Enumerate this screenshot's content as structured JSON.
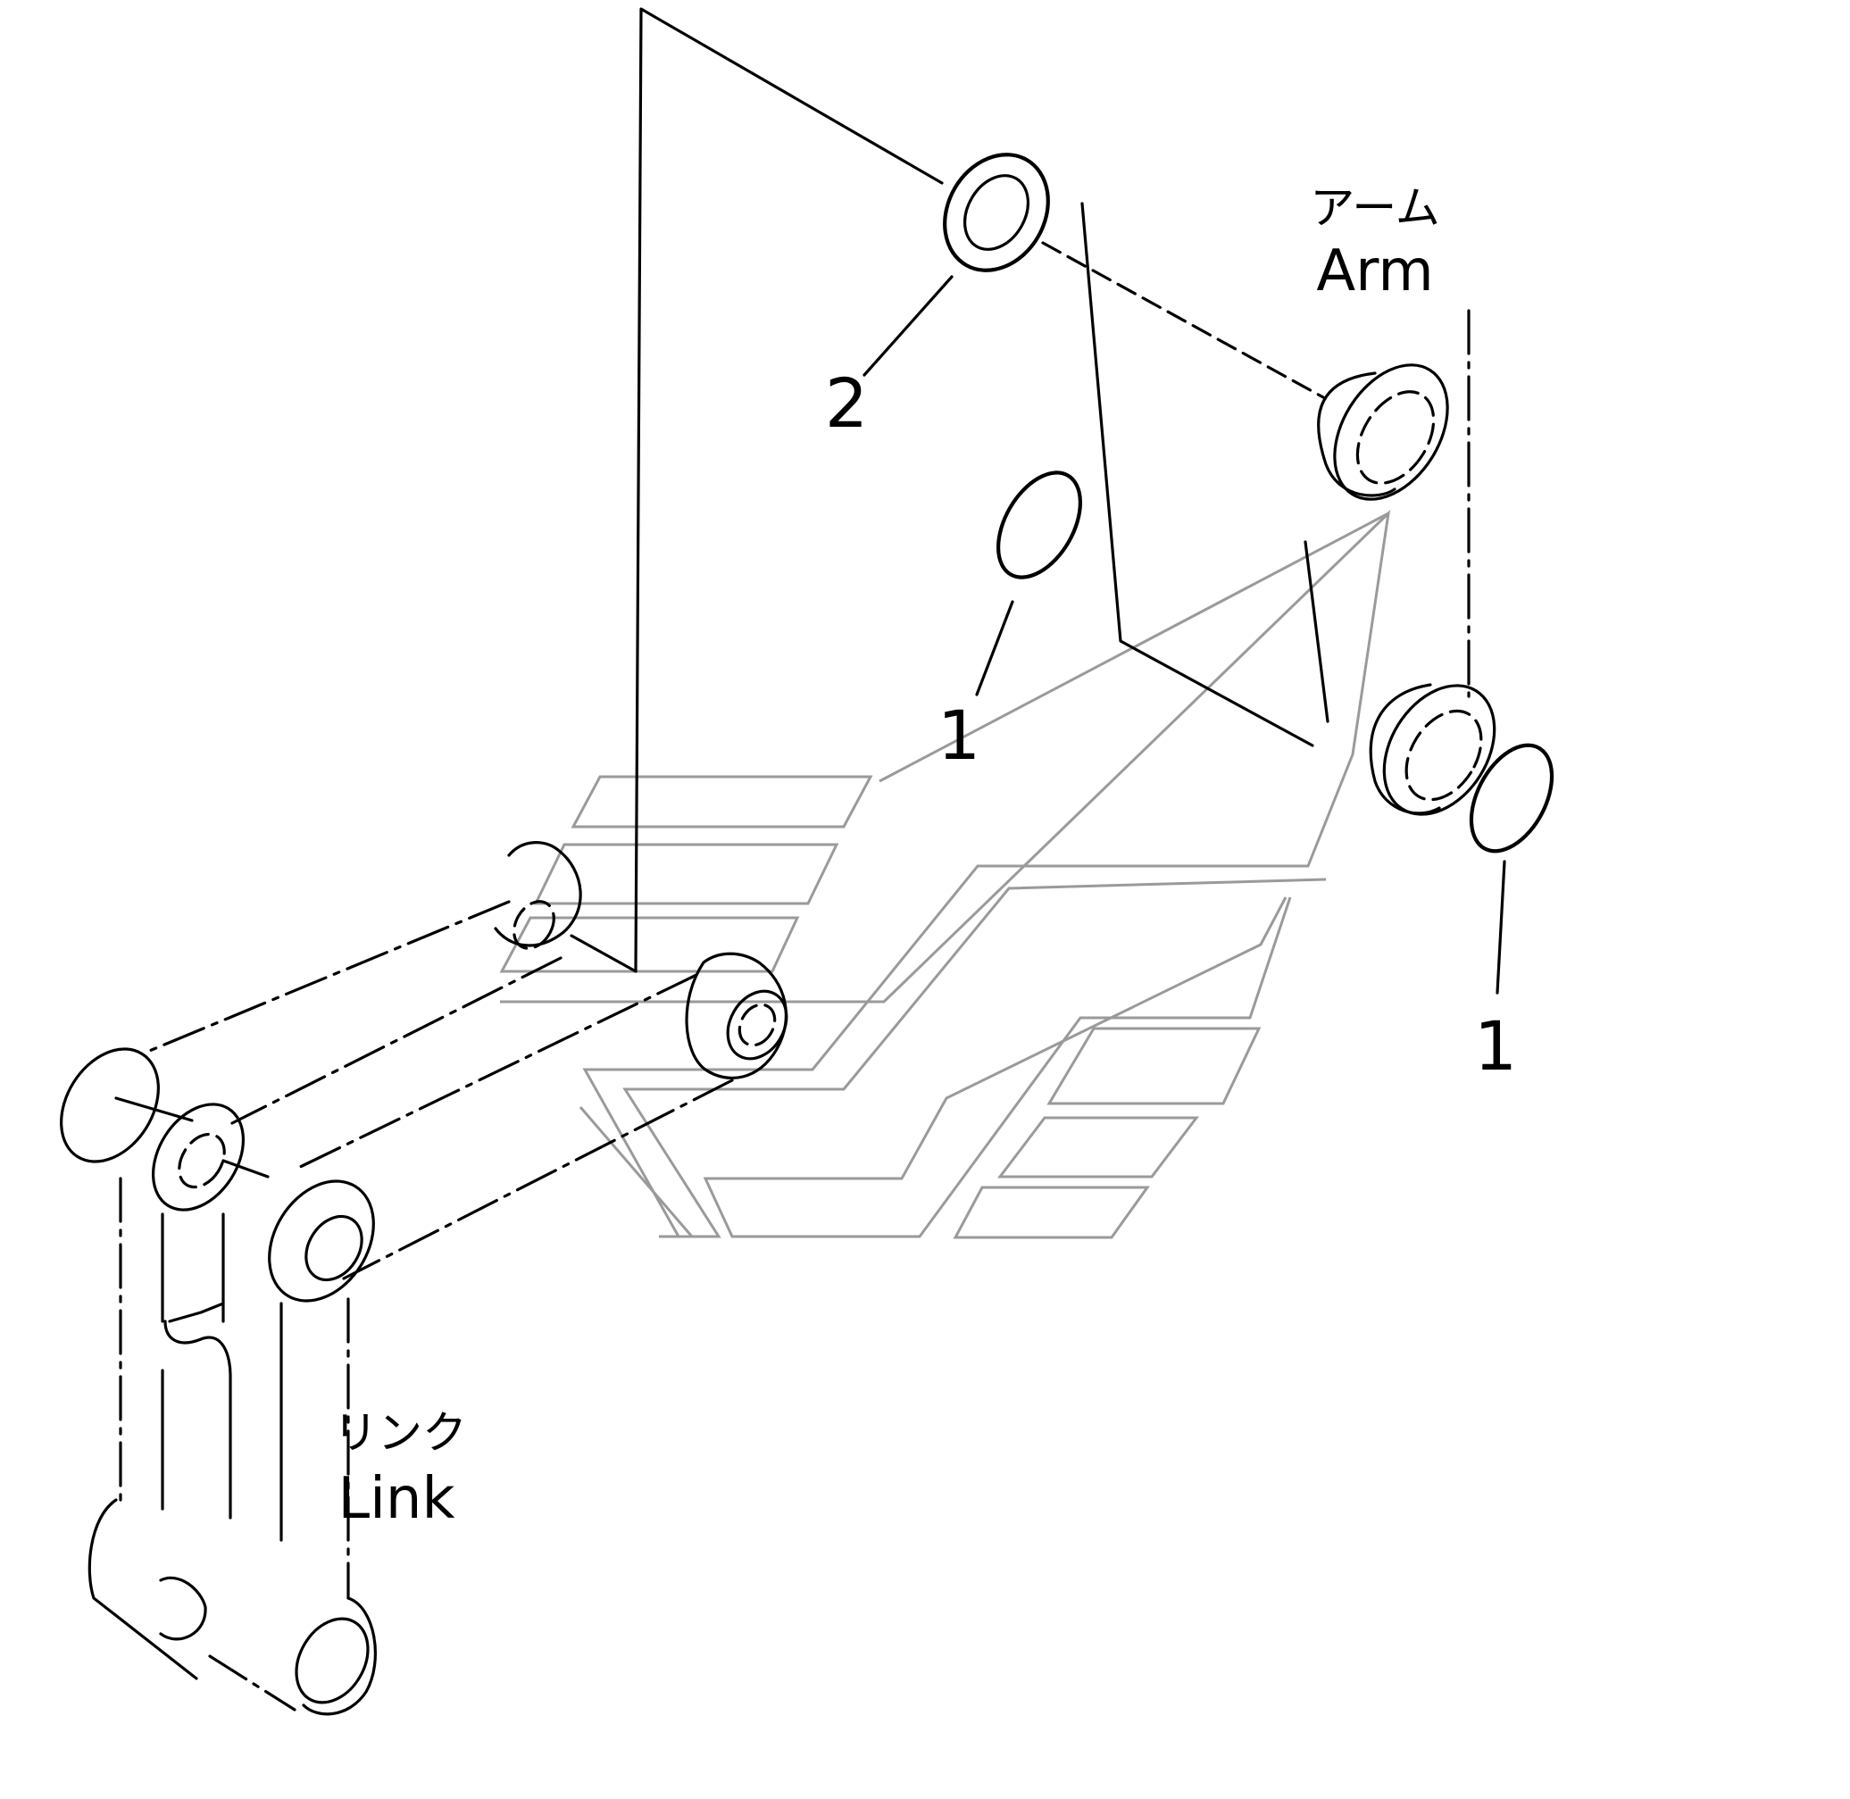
{
  "labels": {
    "arm_jp": "アーム",
    "arm_en": "Arm",
    "link_jp": "リンク",
    "link_en": "Link"
  },
  "callouts": {
    "part_2": "2",
    "part_1_center": "1",
    "part_1_right": "1"
  },
  "colors": {
    "line": "#000000",
    "watermark": "#9a9a9a",
    "background": "#ffffff"
  }
}
